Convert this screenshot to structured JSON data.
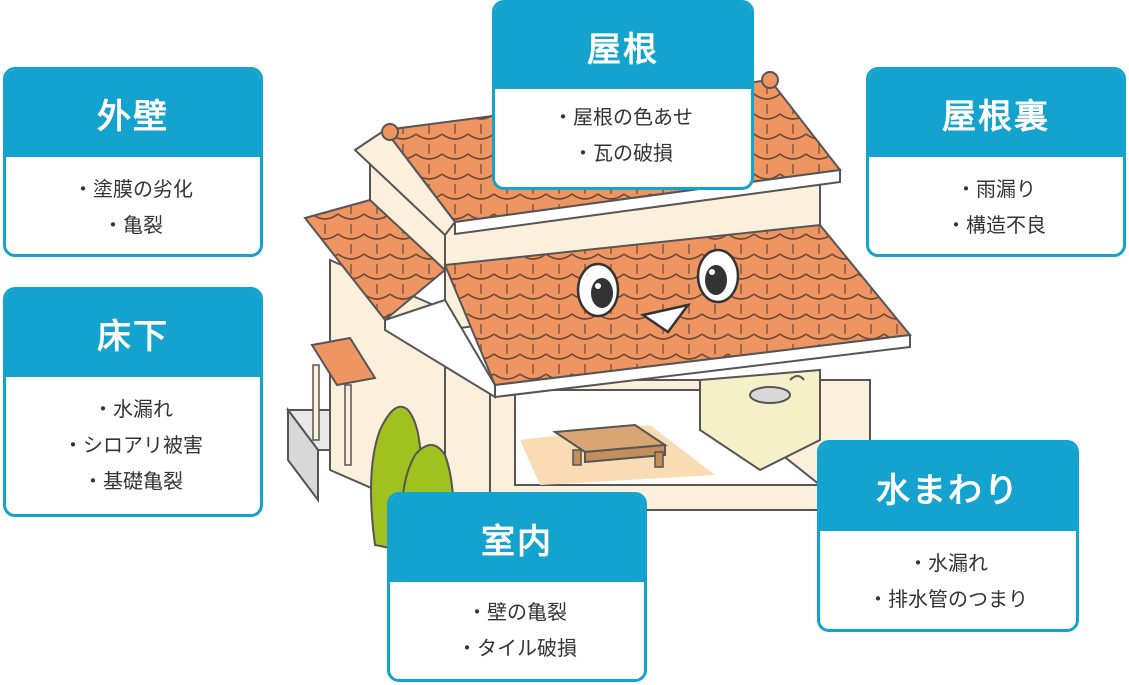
{
  "cards": [
    {
      "key": "gaiheki",
      "title": "外壁",
      "items": [
        "塗膜の劣化",
        "亀裂"
      ]
    },
    {
      "key": "yane",
      "title": "屋根",
      "items": [
        "屋根の色あせ",
        "瓦の破損"
      ]
    },
    {
      "key": "yaneura",
      "title": "屋根裏",
      "items": [
        "雨漏り",
        "構造不良"
      ]
    },
    {
      "key": "yukashita",
      "title": "床下",
      "items": [
        "水漏れ",
        "シロアリ被害",
        "基礎亀裂"
      ]
    },
    {
      "key": "shitsunai",
      "title": "室内",
      "items": [
        "壁の亀裂",
        "タイル破損"
      ]
    },
    {
      "key": "mizumawari",
      "title": "水まわり",
      "items": [
        "水漏れ",
        "排水管のつまり"
      ]
    }
  ],
  "colors": {
    "accent": "#14a3cf",
    "roof": "#ee9561",
    "wall": "#fcefdc",
    "tree": "#a1c21e",
    "floor_mat": "#f9dcb4",
    "table": "#d9a574"
  }
}
